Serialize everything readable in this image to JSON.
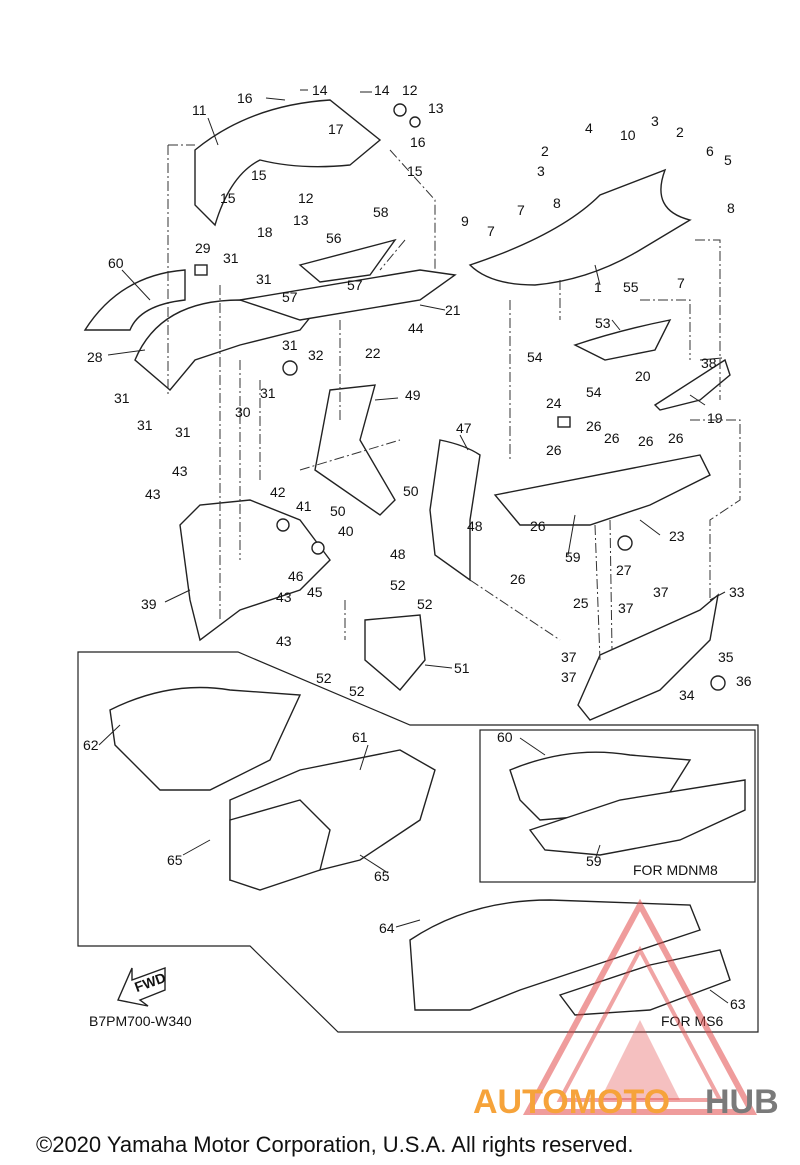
{
  "diagram_code": "B7PM700-W340",
  "copyright": "©2020 Yamaha Motor Corporation, U.S.A. All rights reserved.",
  "variants": {
    "mdnm8": "FOR MDNM8",
    "ms6": "FOR MS6"
  },
  "fwd_label": "FWD",
  "watermark": {
    "part1": "AUTOMOTO",
    "part2": "HUB",
    "color1": "#f6a33a",
    "color2": "#7a7a7a",
    "logo_color": "#e24a4a"
  },
  "callouts": {
    "c1": "1",
    "c2a": "2",
    "c2b": "2",
    "c3a": "3",
    "c3b": "3",
    "c4": "4",
    "c5": "5",
    "c6": "6",
    "c7a": "7",
    "c7b": "7",
    "c7c": "7",
    "c8a": "8",
    "c8b": "8",
    "c9": "9",
    "c10": "10",
    "c11": "11",
    "c12a": "12",
    "c12b": "12",
    "c13a": "13",
    "c13b": "13",
    "c14a": "14",
    "c14b": "14",
    "c15a": "15",
    "c15b": "15",
    "c15c": "15",
    "c16a": "16",
    "c16b": "16",
    "c17": "17",
    "c18": "18",
    "c19": "19",
    "c20": "20",
    "c21": "21",
    "c22": "22",
    "c23": "23",
    "c24": "24",
    "c25": "25",
    "c26a": "26",
    "c26b": "26",
    "c26c": "26",
    "c26d": "26",
    "c26e": "26",
    "c26f": "26",
    "c26g": "26",
    "c27": "27",
    "c28": "28",
    "c29": "29",
    "c30": "30",
    "c31a": "31",
    "c31b": "31",
    "c31c": "31",
    "c31d": "31",
    "c31e": "31",
    "c31f": "31",
    "c31g": "31",
    "c32": "32",
    "c33": "33",
    "c34": "34",
    "c35": "35",
    "c36": "36",
    "c37a": "37",
    "c37b": "37",
    "c37c": "37",
    "c37d": "37",
    "c38": "38",
    "c39": "39",
    "c40": "40",
    "c41": "41",
    "c42": "42",
    "c43a": "43",
    "c43b": "43",
    "c43c": "43",
    "c43d": "43",
    "c44": "44",
    "c45": "45",
    "c46": "46",
    "c47": "47",
    "c48a": "48",
    "c48b": "48",
    "c49": "49",
    "c50a": "50",
    "c50b": "50",
    "c51": "51",
    "c52a": "52",
    "c52b": "52",
    "c52c": "52",
    "c52d": "52",
    "c53": "53",
    "c54a": "54",
    "c54b": "54",
    "c55": "55",
    "c56": "56",
    "c57a": "57",
    "c57b": "57",
    "c58": "58",
    "c59a": "59",
    "c59b": "59",
    "c60a": "60",
    "c60b": "60",
    "c61": "61",
    "c62": "62",
    "c63": "63",
    "c64": "64",
    "c65a": "65",
    "c65b": "65"
  }
}
